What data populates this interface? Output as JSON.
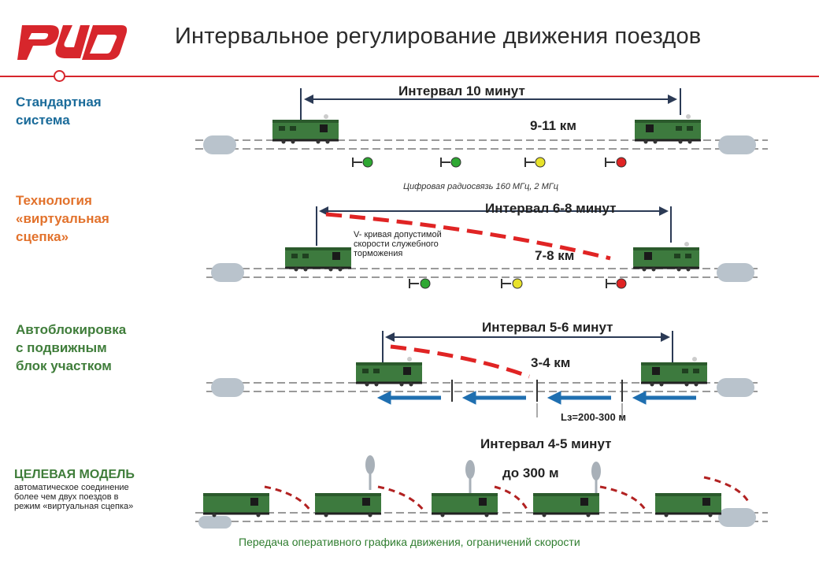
{
  "header": {
    "title": "Интервальное регулирование движения поездов",
    "logo_text": "РЖД"
  },
  "sections": [
    {
      "label": "Стандартная\nсистема",
      "interval": "Интервал 10 минут",
      "distance": "9-11 км"
    },
    {
      "label": "Технология\n«виртуальная\nсцепка»",
      "radio": "Цифровая радиосвязь 160 МГц, 2 МГц",
      "interval": "Интервал 6-8 минут",
      "curve_note": "V- кривая допустимой\nскорости служебного\nторможения",
      "distance": "7-8 км"
    },
    {
      "label": "Автоблокировка\nс подвижным\nблок участком",
      "interval": "Интервал 5-6 минут",
      "distance": "3-4 км",
      "block_length": "Lз=200-300 м"
    },
    {
      "label": "ЦЕЛЕВАЯ МОДЕЛЬ",
      "description": "автоматическое соединение\nболее чем двух поездов в\nрежим «виртуальная сцепка»",
      "interval": "Интервал 4-5 минут",
      "distance": "до 300 м",
      "footer": "Передача оперативного графика движения, ограничений скорости"
    }
  ],
  "colors": {
    "brand_red": "#d7262c",
    "loco_green": "#3d7a3e",
    "arrow_blue": "#1f6fb0",
    "signal_green": "#2fa833",
    "signal_yellow": "#e8e22a",
    "signal_red": "#e02424"
  },
  "icons": [
    "locomotive-icon",
    "signal-icon",
    "antenna-icon",
    "buffer-stop-icon"
  ]
}
